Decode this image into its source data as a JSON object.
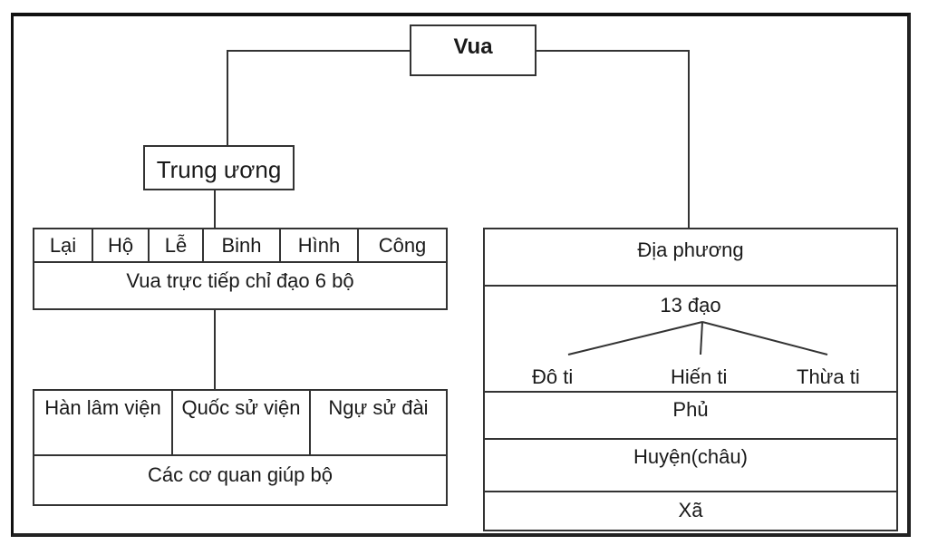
{
  "root": {
    "label": "Vua"
  },
  "central": {
    "label": "Trung ương",
    "ministries": [
      "Lại",
      "Hộ",
      "Lễ",
      "Binh",
      "Hình",
      "Công"
    ],
    "ministries_note": "Vua trực tiếp chỉ đạo 6 bộ",
    "support_agencies": [
      "Hàn lâm viện",
      "Quốc sử viện",
      "Ngự sử đài"
    ],
    "support_note": "Các cơ quan giúp bộ"
  },
  "local": {
    "label": "Địa phương",
    "circuits": "13 đạo",
    "offices": [
      "Đô ti",
      "Hiến ti",
      "Thừa ti"
    ],
    "prefecture": "Phủ",
    "district": "Huyện(châu)",
    "commune": "Xã"
  }
}
